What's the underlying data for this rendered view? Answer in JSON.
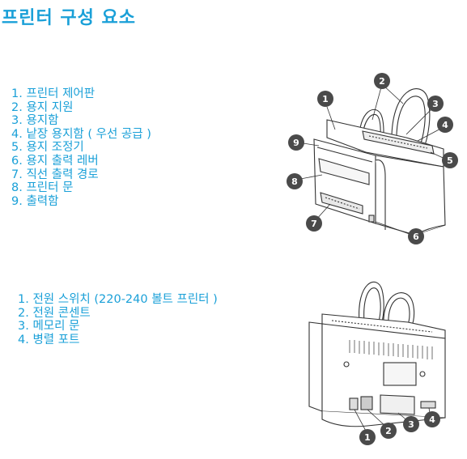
{
  "title": "프린터 구성 요소",
  "front_view": {
    "items": [
      "1. 프린터 제어판",
      "2. 용지 지원",
      "3. 용지함",
      "4. 낱장 용지함 ( 우선 공급 )",
      "5. 용지 조정기",
      "6. 용지 출력 레버",
      "7. 직선 출력 경로",
      "8. 프린터 문",
      "9. 출력함"
    ],
    "callouts": [
      "1",
      "2",
      "3",
      "4",
      "5",
      "6",
      "7",
      "8",
      "9"
    ]
  },
  "rear_view": {
    "items": [
      "1. 전원 스위치 (220-240 볼트 프린터 )",
      "2. 전원 콘센트",
      "3. 메모리 문",
      "4. 병렬 포트"
    ],
    "callouts": [
      "1",
      "2",
      "3",
      "4"
    ]
  },
  "colors": {
    "accent": "#1aa0d8",
    "callout_fill": "#4a4a4a",
    "line_art": "#333333"
  }
}
